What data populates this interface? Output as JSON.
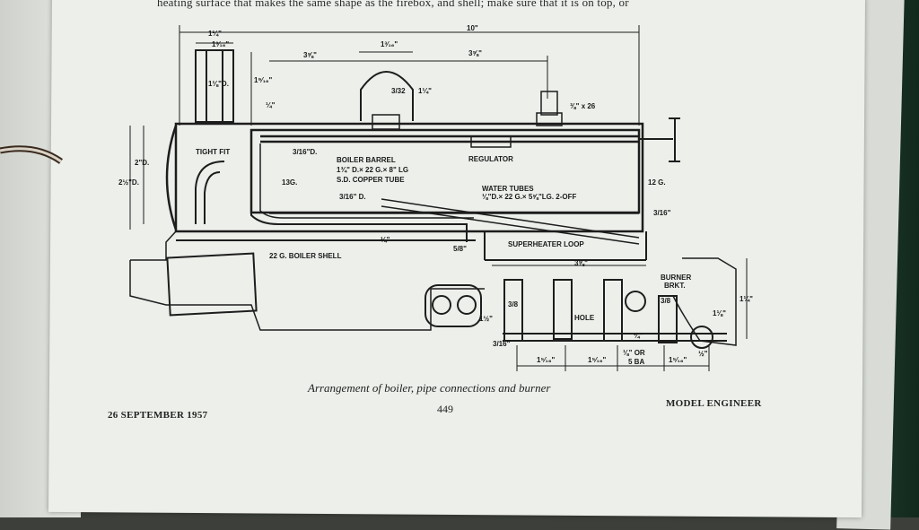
{
  "top_text": "heating surface that makes    the same shape as the firebox, and    shell; make sure that it is on top, or",
  "caption": "Arrangement of boiler, pipe connections and burner",
  "footer": {
    "date": "26 SEPTEMBER 1957",
    "page_number": "449",
    "magazine": "MODEL ENGINEER"
  },
  "drawing_labels": {
    "boiler_barrel": "BOILER BARREL",
    "barrel_spec": "1¾\" D.× 22 G.× 8\" LG",
    "copper_tube": "S.D. COPPER TUBE",
    "regulator": "REGULATOR",
    "tight_fit": "TIGHT FIT",
    "water_tubes": "WATER TUBES",
    "water_tubes_spec": "⅛\"D.× 22 G.× 5⅝\"LG. 2-OFF",
    "superheater_loop": "SUPERHEATER LOOP",
    "boiler_shell": "22 G. BOILER SHELL",
    "burner_brkt": "BURNER",
    "burner_brkt2": "BRKT.",
    "hole": "HOLE",
    "or_sba": "⅛\" OR",
    "sba": "5 BA",
    "g12": "12 G.",
    "g13": "13G.",
    "d316": "3/16\" D.",
    "d316b": "3/16\"D."
  },
  "dimensions": {
    "overall": "10\"",
    "top_a": "1¼\"",
    "top_b": "1³⁄₁₆\"",
    "top_c": "3⅝\"",
    "top_d": "1³⁄₁₆\"",
    "top_e": "3⅝\"",
    "chimney": "1⅛\"D.",
    "h1": "1⁹⁄₁₆\"",
    "h2": "¼\"",
    "h3": "3/32",
    "h4": "1¼\"",
    "fitting": "⅜\" x 26",
    "left_d1": "2\"D.",
    "left_d2": "2½\"D.",
    "right_316": "3/16\"",
    "quarter": "¼\"",
    "five8": "5/8\"",
    "three58": "3⅝\"",
    "three8": "3/8",
    "three8b": "3/8",
    "one14": "1¼\"",
    "one_half": "1½\"",
    "d316c": "3/16\"",
    "quarter_b": "¼\"",
    "b1": "1⁵⁄₁₆\"",
    "b2": "1⁵⁄₁₆\"",
    "b3": "1⁵⁄₁₆\"",
    "b4": "½\"",
    "b5": "1⅛\""
  }
}
